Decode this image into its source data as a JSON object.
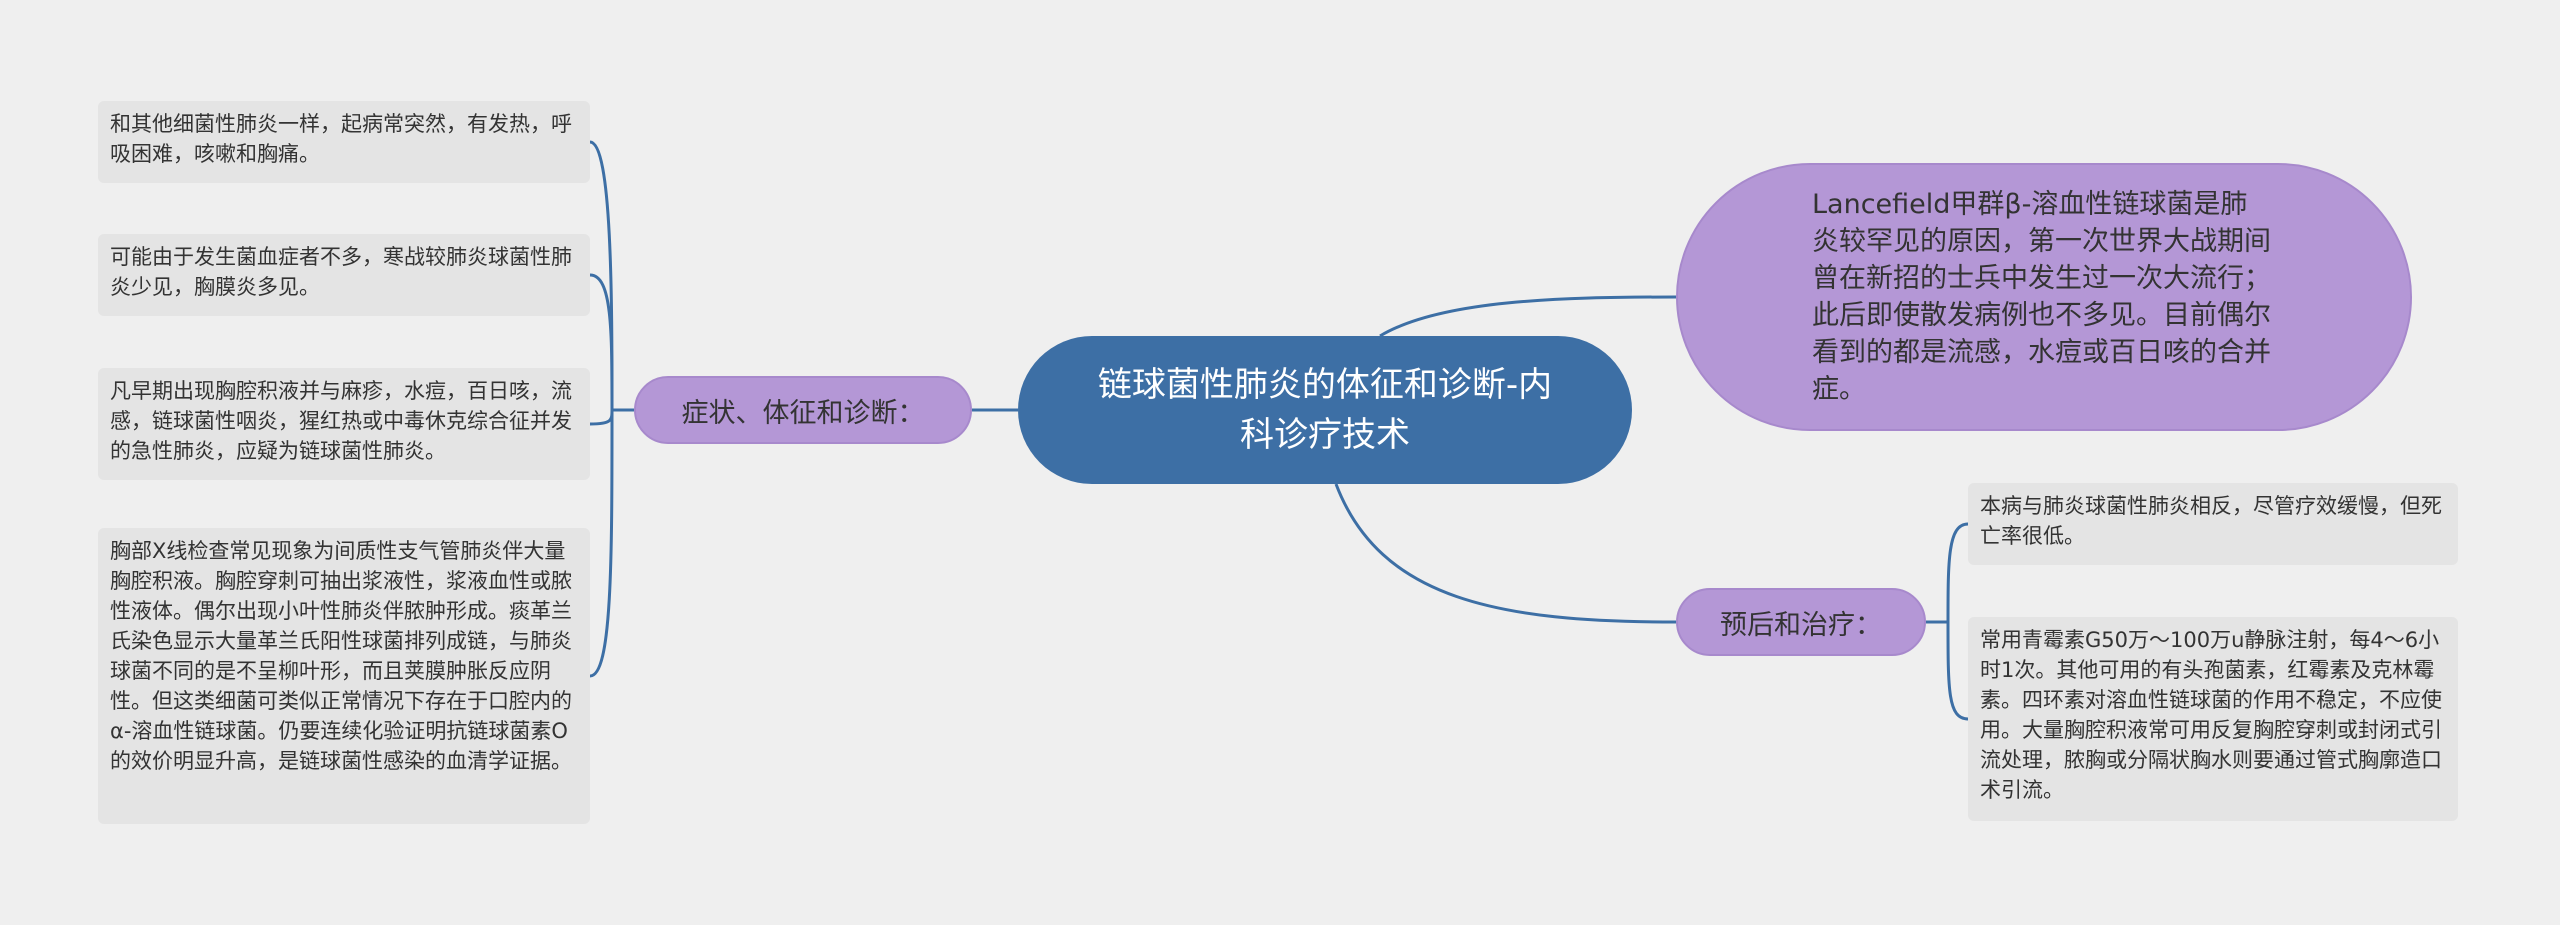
{
  "central": {
    "title": "链球菌性肺炎的体征和诊断-内科诊疗技术"
  },
  "description_node": {
    "text": "Lancefield甲群β-溶血性链球菌是肺炎较罕见的原因，第一次世界大战期间曾在新招的士兵中发生过一次大流行；此后即使散发病例也不多见。目前偶尔看到的都是流感，水痘或百日咳的合并症。"
  },
  "left_branch": {
    "label": "症状、体征和诊断：",
    "leaves": [
      "和其他细菌性肺炎一样，起病常突然，有发热，呼吸困难，咳嗽和胸痛。",
      "可能由于发生菌血症者不多，寒战较肺炎球菌性肺炎少见，胸膜炎多见。",
      "凡早期出现胸腔积液并与麻疹，水痘，百日咳，流感，链球菌性咽炎，猩红热或中毒休克综合征并发的急性肺炎，应疑为链球菌性肺炎。",
      "胸部X线检查常见现象为间质性支气管肺炎伴大量胸腔积液。胸腔穿刺可抽出浆液性，浆液血性或脓性液体。偶尔出现小叶性肺炎伴脓肿形成。痰革兰氏染色显示大量革兰氏阳性球菌排列成链，与肺炎球菌不同的是不呈柳叶形，而且荚膜肿胀反应阴性。但这类细菌可类似正常情况下存在于口腔内的α-溶血性链球菌。仍要连续化验证明抗链球菌素O的效价明显升高，是链球菌性感染的血清学证据。"
    ]
  },
  "right_branch": {
    "label": "预后和治疗：",
    "leaves": [
      "本病与肺炎球菌性肺炎相反，尽管疗效缓慢，但死亡率很低。",
      "常用青霉素G50万～100万u静脉注射，每4～6小时1次。其他可用的有头孢菌素，红霉素及克林霉素。四环素对溶血性链球菌的作用不稳定，不应使用。大量胸腔积液常可用反复胸腔穿刺或封闭式引流处理，脓胸或分隔状胸水则要通过管式胸廓造口术引流。"
    ]
  },
  "colors": {
    "central": "#3d6fa5",
    "branch": "#b497d6",
    "leaf": "#e4e4e4",
    "link": "#3d6fa5",
    "background": "#efefef"
  }
}
